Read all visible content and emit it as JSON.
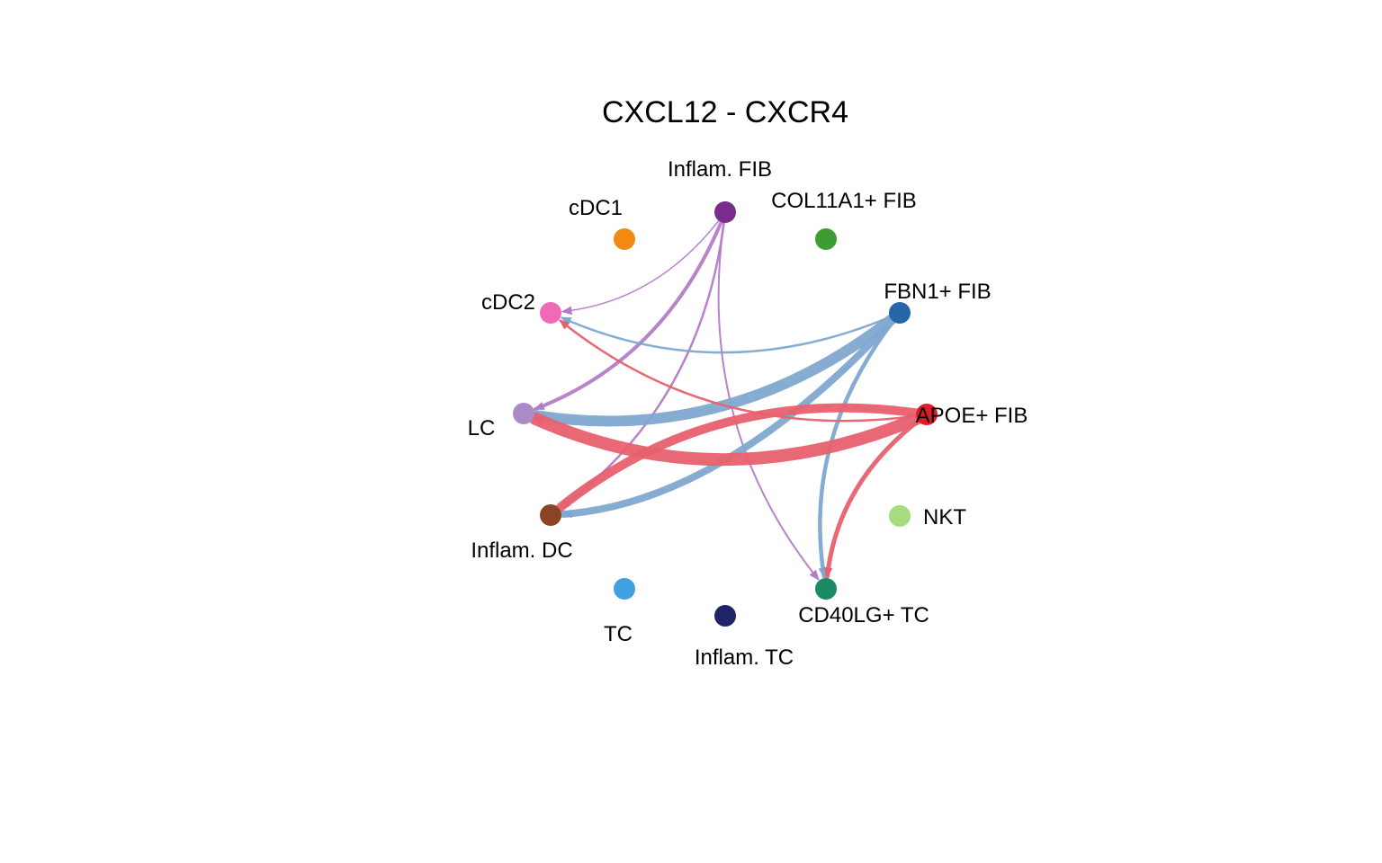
{
  "title": "CXCL12 - CXCR4",
  "nodes": [
    {
      "id": "inflam_fib",
      "label": "Inflam. FIB",
      "color": "#7B2D8E"
    },
    {
      "id": "col11a1_fib",
      "label": "COL11A1+ FIB",
      "color": "#3E9C35"
    },
    {
      "id": "fbn1_fib",
      "label": "FBN1+ FIB",
      "color": "#2566AA"
    },
    {
      "id": "apoe_fib",
      "label": "APOE+ FIB",
      "color": "#E31A2C"
    },
    {
      "id": "nkt",
      "label": "NKT",
      "color": "#A6DC80"
    },
    {
      "id": "cd40lg_tc",
      "label": "CD40LG+ TC",
      "color": "#1B8A67"
    },
    {
      "id": "inflam_tc",
      "label": "Inflam. TC",
      "color": "#1E2466"
    },
    {
      "id": "tc",
      "label": "TC",
      "color": "#41A0DE"
    },
    {
      "id": "inflam_dc",
      "label": "Inflam. DC",
      "color": "#8B4424"
    },
    {
      "id": "lc",
      "label": "LC",
      "color": "#AB8BC5"
    },
    {
      "id": "cdc2",
      "label": "cDC2",
      "color": "#F06AB8"
    },
    {
      "id": "cdc1",
      "label": "cDC1",
      "color": "#F08A10"
    }
  ],
  "edges": [
    {
      "source": "inflam_fib",
      "target": "cdc2",
      "weight": 1.5,
      "color": "#B47CC8"
    },
    {
      "source": "inflam_fib",
      "target": "lc",
      "weight": 4,
      "color": "#B47CC8"
    },
    {
      "source": "inflam_fib",
      "target": "inflam_dc",
      "weight": 2.5,
      "color": "#B47CC8"
    },
    {
      "source": "inflam_fib",
      "target": "cd40lg_tc",
      "weight": 2,
      "color": "#B47CC8"
    },
    {
      "source": "fbn1_fib",
      "target": "cdc2",
      "weight": 2.5,
      "color": "#7FA8D0"
    },
    {
      "source": "fbn1_fib",
      "target": "lc",
      "weight": 12,
      "color": "#7FA8D0"
    },
    {
      "source": "fbn1_fib",
      "target": "inflam_dc",
      "weight": 8,
      "color": "#7FA8D0"
    },
    {
      "source": "fbn1_fib",
      "target": "cd40lg_tc",
      "weight": 4.5,
      "color": "#7FA8D0"
    },
    {
      "source": "apoe_fib",
      "target": "cdc2",
      "weight": 2.5,
      "color": "#E8606E"
    },
    {
      "source": "apoe_fib",
      "target": "lc",
      "weight": 14,
      "color": "#E8606E"
    },
    {
      "source": "apoe_fib",
      "target": "inflam_dc",
      "weight": 10,
      "color": "#E8606E"
    },
    {
      "source": "apoe_fib",
      "target": "cd40lg_tc",
      "weight": 5,
      "color": "#E8606E"
    }
  ]
}
